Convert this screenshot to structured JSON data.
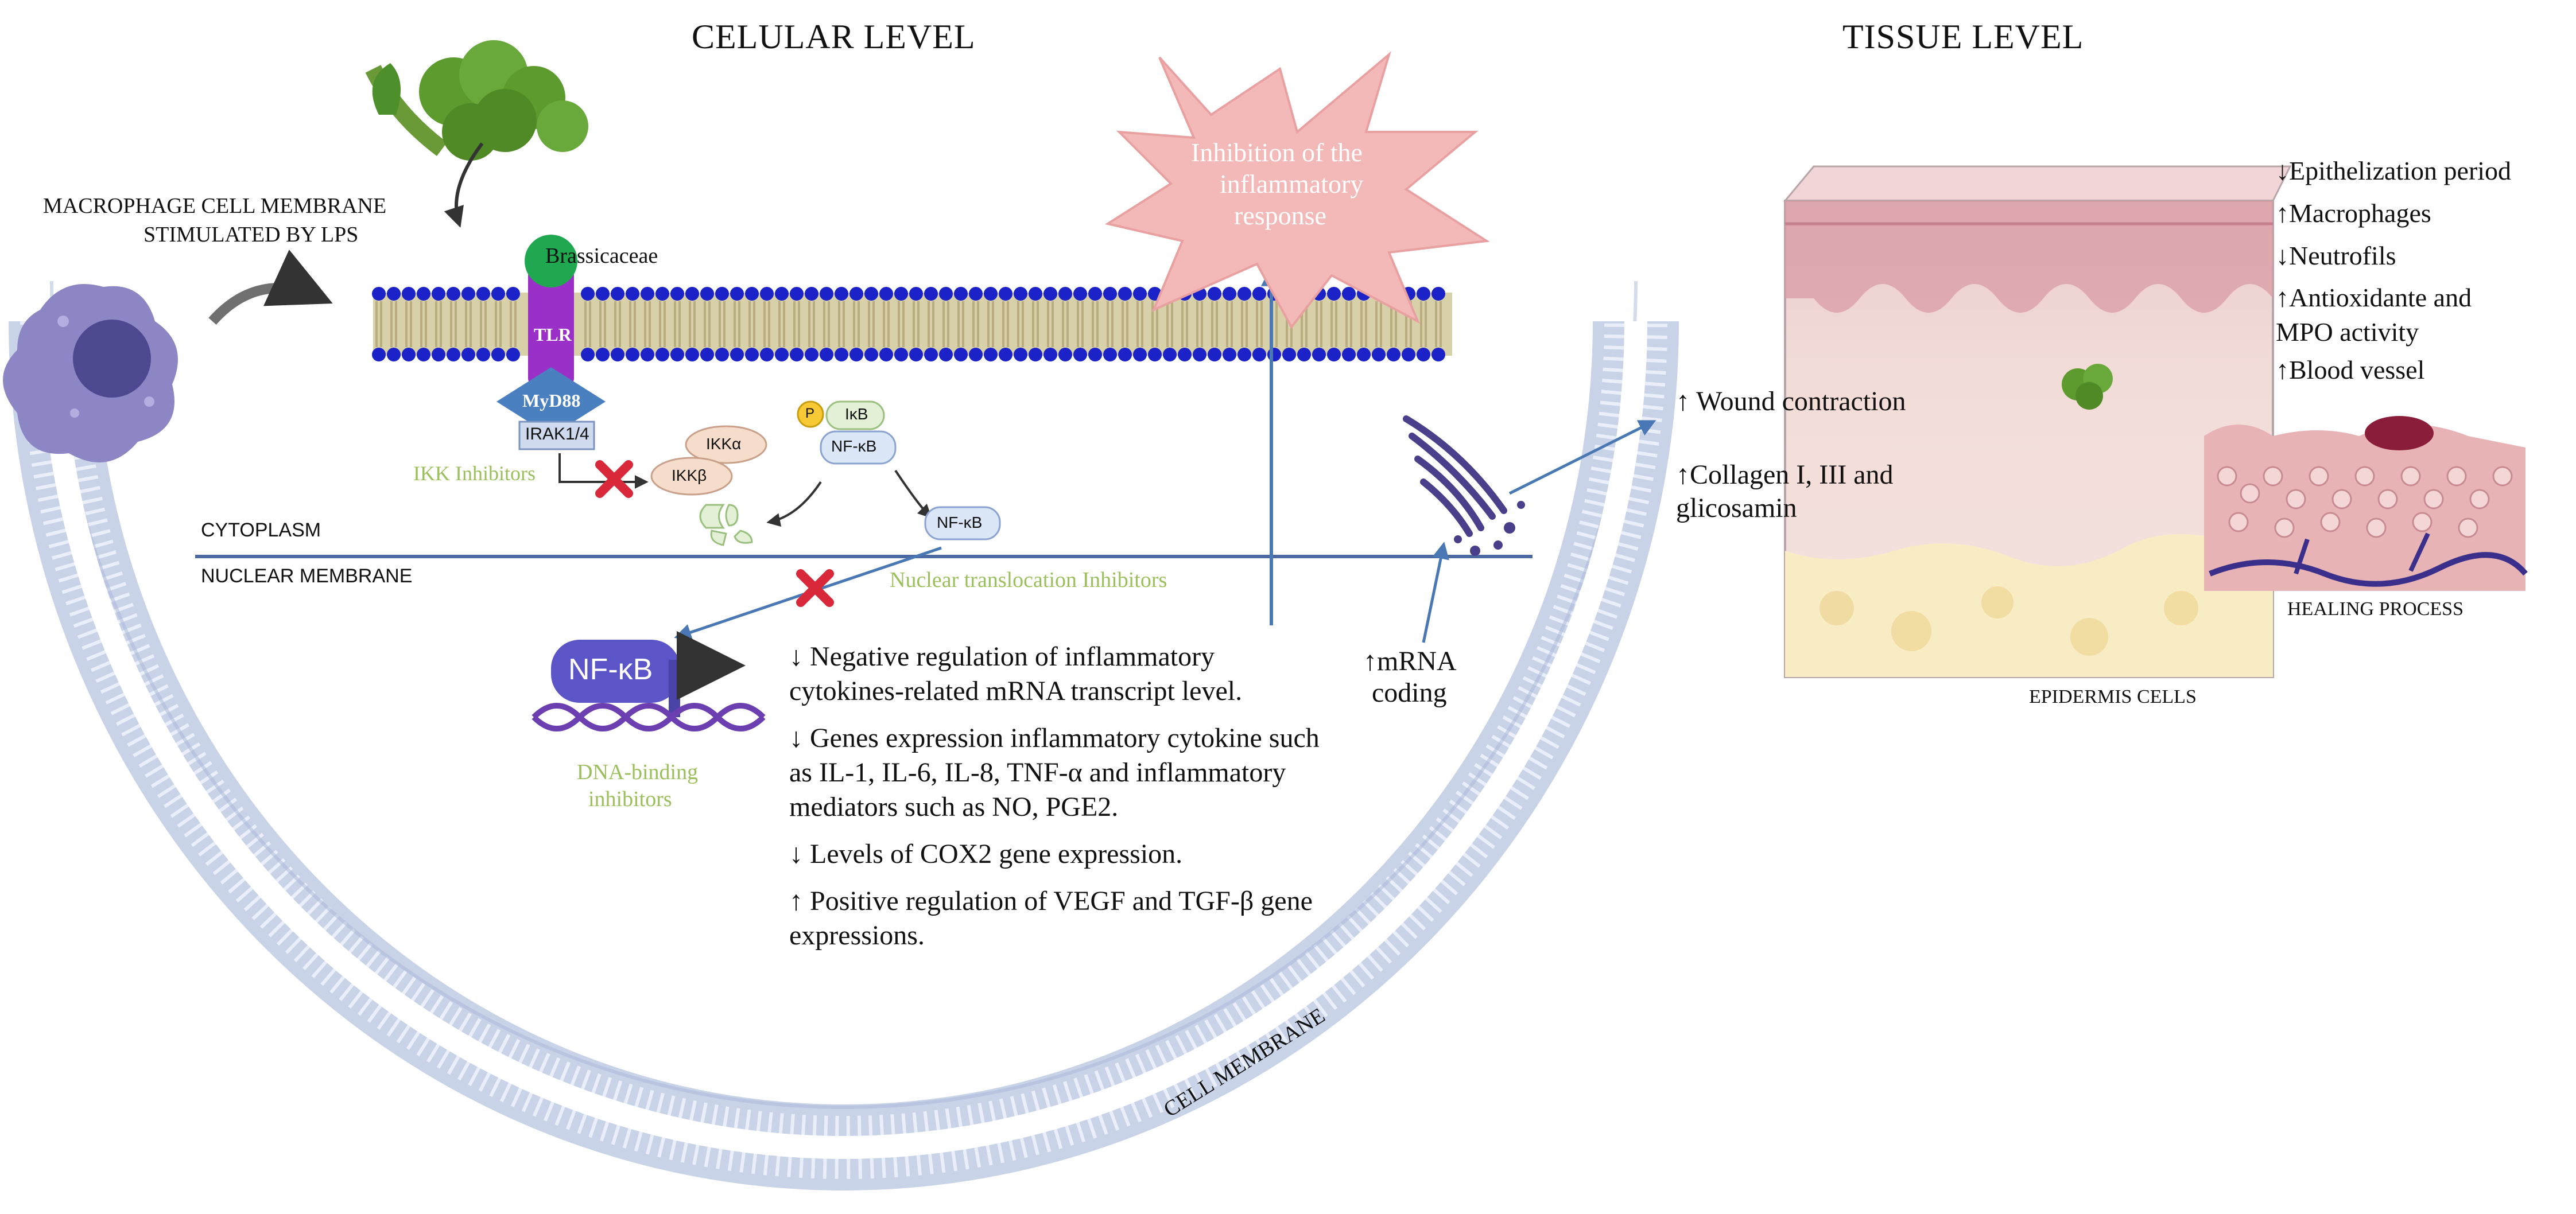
{
  "headings": {
    "cellular": "CELULAR LEVEL",
    "tissue": "TISSUE LEVEL"
  },
  "labels": {
    "macrophage_line1": "MACROPHAGE CELL MEMBRANE",
    "macrophage_line2": "STIMULATED BY LPS",
    "brassicaceae": "Brassicaceae",
    "tlr": "TLR",
    "myd88": "MyD88",
    "irak": "IRAK1/4",
    "ikk_inhibitors": "IKK Inhibitors",
    "ikk_alpha": "IKKα",
    "ikk_beta": "IKKβ",
    "phospho": "P",
    "ikb": "IκB",
    "nfkb_complex": "NF-κB",
    "nfkb_free": "NF-κB",
    "cytoplasm": "CYTOPLASM",
    "nuclear_membrane": "NUCLEAR MEMBRANE",
    "nuclear_translocation": "Nuclear translocation Inhibitors",
    "nfkb_dna": "NF-κB",
    "dna_binding_line1": "DNA-binding",
    "dna_binding_line2": "inhibitors",
    "inhibition_line1": "Inhibition of the",
    "inhibition_line2": "inflammatory",
    "inhibition_line3": "response",
    "mrna_line1": "↑mRNA",
    "mrna_line2": "coding",
    "wound": "↑ Wound contraction",
    "collagen_line1": "↑Collagen I, III and",
    "collagen_line2": "glicosamin",
    "cell_membrane": "CELL MEMBRANE",
    "healing": "HEALING PROCESS",
    "epidermis": "EPIDERMIS CELLS"
  },
  "effects": [
    "↓ Negative regulation of inflammatory cytokines-related mRNA transcript level.",
    "↓ Genes expression inflammatory cytokine such as IL-1, IL-6, IL-8, TNF-α and inflammatory mediators such as NO, PGE2.",
    "↓ Levels of COX2 gene expression.",
    "↑ Positive regulation of VEGF and TGF-β gene expressions."
  ],
  "tissue_effects": [
    "↓Epithelization period",
    "↑Macrophages",
    "↓Neutrofils",
    "↑Antioxidante and",
    "MPO activity",
    "↑Blood vessel"
  ],
  "colors": {
    "membrane_head": "#1a22c8",
    "tlr": "#9b30c8",
    "brassicaceae": "#1fa84f",
    "myd88": "#4a7fc0",
    "arrow": "#4a78b4",
    "inhibit_x": "#d8283a",
    "starburst": "#f3b8b8",
    "nfkb_dna": "#5b55c8",
    "green_text": "#9bbf5c"
  }
}
